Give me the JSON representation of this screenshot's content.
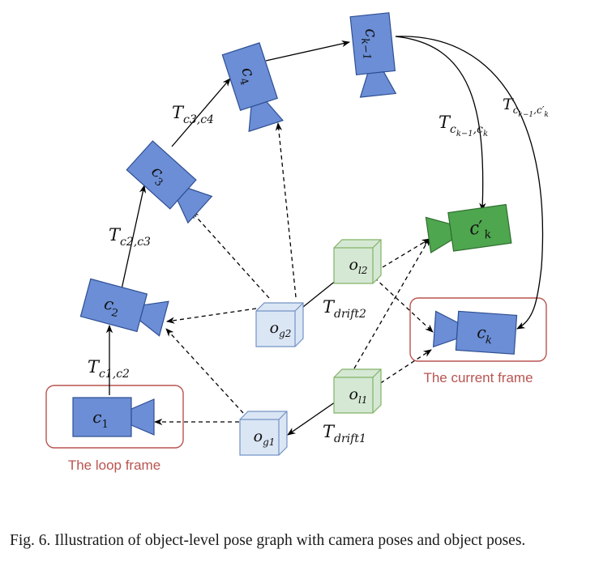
{
  "colors": {
    "camera_blue": "#6b8ed6",
    "camera_blue_stroke": "#2f4f92",
    "camera_green": "#4ea64e",
    "camera_green_stroke": "#2f6e2f",
    "cube_blue": "#dbe6f5",
    "cube_blue_stroke": "#7393c4",
    "cube_green": "#d5e8d4",
    "cube_green_stroke": "#82b366",
    "frame_box": "#b85450",
    "edge": "#000000"
  },
  "cameras": {
    "c1": "c",
    "c1_sub": "1",
    "c2": "c",
    "c2_sub": "2",
    "c3": "c",
    "c3_sub": "3",
    "c4": "c",
    "c4_sub": "4",
    "ck1": "c",
    "ck1_sub": "k−1",
    "ck": "c",
    "ck_sub": "k",
    "ckp": "c′",
    "ckp_sub": "k"
  },
  "objects": {
    "og1": "o",
    "og1_sub": "g1",
    "og2": "o",
    "og2_sub": "g2",
    "ol1": "o",
    "ol1_sub": "l1",
    "ol2": "o",
    "ol2_sub": "l2"
  },
  "edges": {
    "t_c1c2": "T",
    "t_c1c2_sub": "c1,c2",
    "t_c2c3": "T",
    "t_c2c3_sub": "c2,c3",
    "t_c3c4": "T",
    "t_c3c4_sub": "c3,c4",
    "t_ck1ck": "T",
    "t_ck1ck_sub": "c",
    "t_ck1ck_subsub": "k−1",
    "t_ck1ck_sub2": ",c",
    "t_ck1ck_subsub2": "k",
    "t_ck1ckp": "T",
    "t_ck1ckp_sub": "c",
    "t_ck1ckp_subsub": "k−1",
    "t_ck1ckp_sub2": ",c′",
    "t_ck1ckp_subsub2": "k",
    "t_drift1": "T",
    "t_drift1_sub": "drift1",
    "t_drift2": "T",
    "t_drift2_sub": "drift2"
  },
  "frames": {
    "loop": "The loop frame",
    "current": "The current frame"
  },
  "caption": "Fig. 6.  Illustration of object-level pose graph with camera poses and object poses."
}
